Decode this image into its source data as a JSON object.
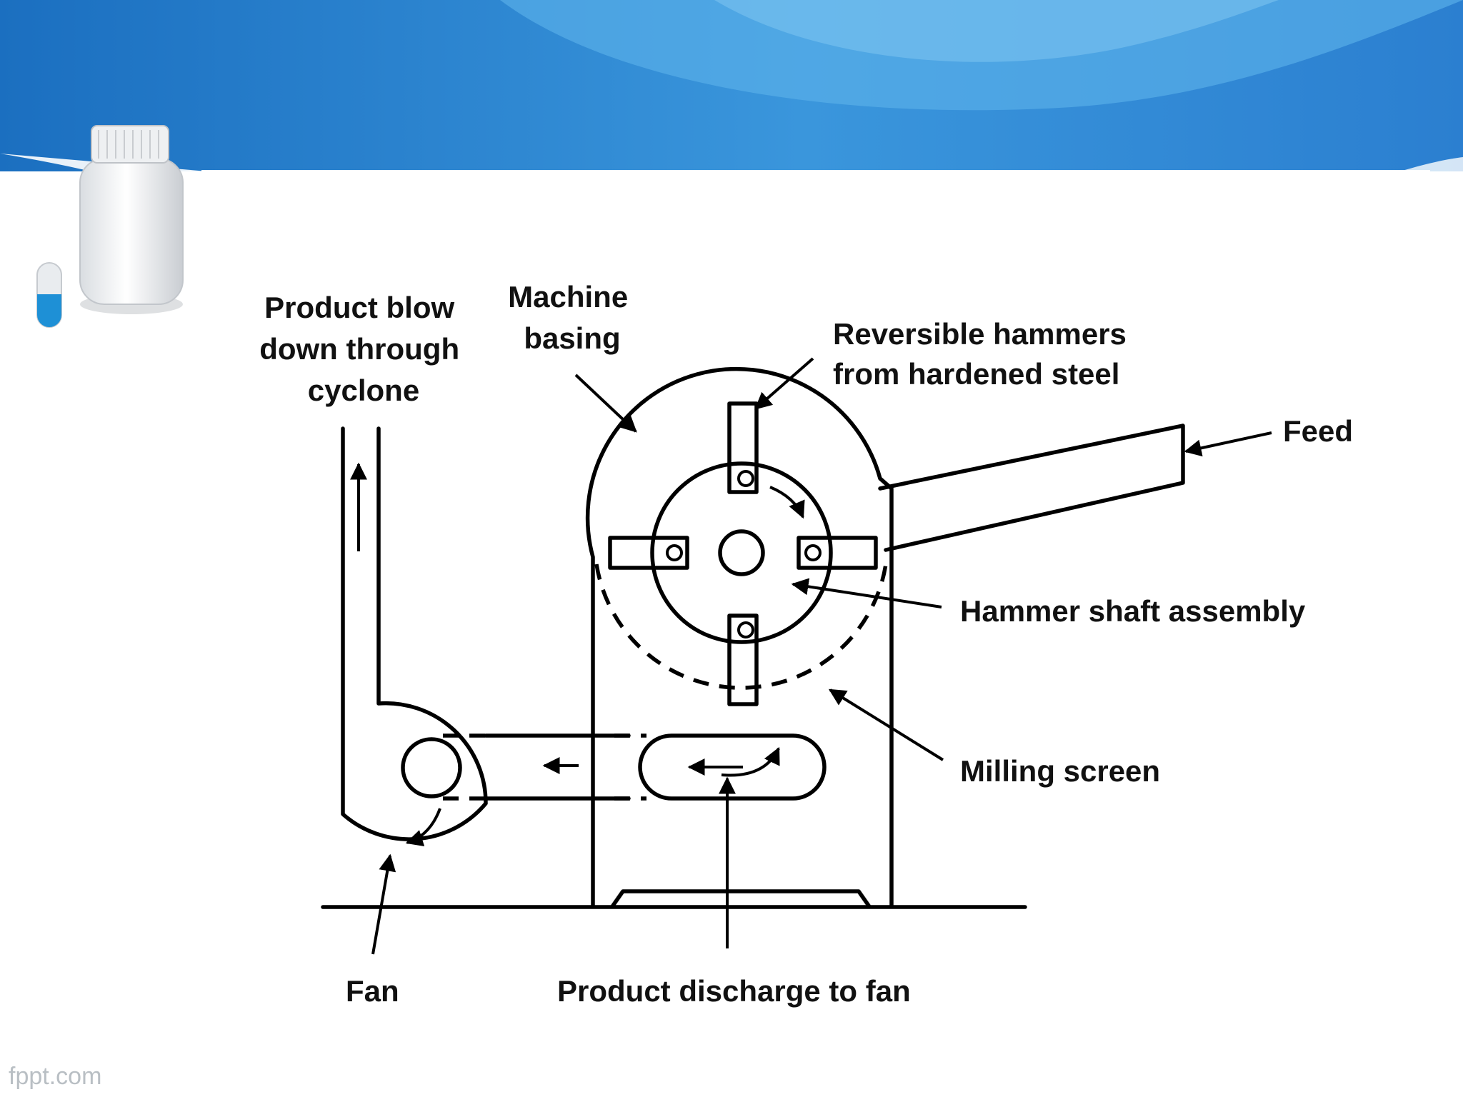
{
  "diagram": {
    "labels": {
      "product_blow": [
        "Product blow",
        "down through",
        "cyclone"
      ],
      "machine_basing": [
        "Machine",
        "basing"
      ],
      "reversible_hammers": [
        "Reversible hammers",
        "from hardened steel"
      ],
      "feed": "Feed",
      "hammer_shaft": "Hammer shaft assembly",
      "milling_screen": "Milling screen",
      "fan": "Fan",
      "product_discharge": "Product discharge to fan"
    }
  },
  "footer": {
    "watermark": "fppt.com"
  },
  "icons": [
    "medicine-bottle-icon",
    "capsule-icon"
  ],
  "colors": {
    "banner_dark": "#1b6fc0",
    "banner_light": "#5ab1ea",
    "ink": "#000000"
  }
}
